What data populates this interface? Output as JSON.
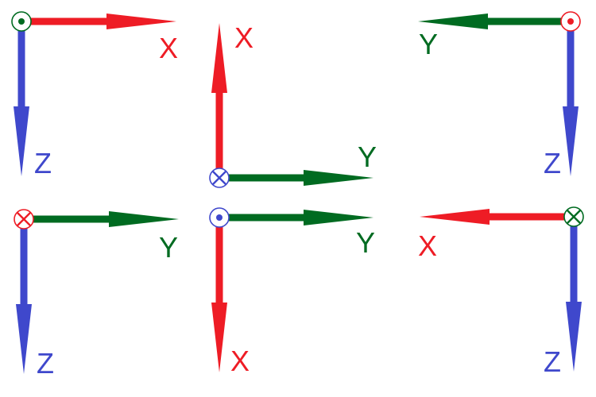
{
  "colors": {
    "x_axis": "#ee1c25",
    "y_axis": "#006b21",
    "z_axis": "#3f48cc"
  },
  "frames": [
    {
      "id": "frame-1",
      "into_page": {
        "symbol": "dot",
        "color_of": "y_axis"
      },
      "horizontal": {
        "axis": "x_axis",
        "label": "X",
        "direction": "right"
      },
      "vertical": {
        "axis": "z_axis",
        "label": "Z",
        "direction": "down"
      }
    },
    {
      "id": "frame-2",
      "into_page": {
        "symbol": "dot",
        "color_of": "x_axis"
      },
      "horizontal": {
        "axis": "y_axis",
        "label": "Y",
        "direction": "left"
      },
      "vertical": {
        "axis": "z_axis",
        "label": "Z",
        "direction": "down"
      }
    },
    {
      "id": "frame-3",
      "into_page": {
        "symbol": "cross",
        "color_of": "z_axis"
      },
      "horizontal": {
        "axis": "y_axis",
        "label": "Y",
        "direction": "right"
      },
      "vertical": {
        "axis": "x_axis",
        "label": "X",
        "direction": "up"
      }
    },
    {
      "id": "frame-4",
      "into_page": {
        "symbol": "cross",
        "color_of": "x_axis"
      },
      "horizontal": {
        "axis": "y_axis",
        "label": "Y",
        "direction": "right"
      },
      "vertical": {
        "axis": "z_axis",
        "label": "Z",
        "direction": "down"
      }
    },
    {
      "id": "frame-5",
      "into_page": {
        "symbol": "dot",
        "color_of": "z_axis"
      },
      "horizontal": {
        "axis": "y_axis",
        "label": "Y",
        "direction": "right"
      },
      "vertical": {
        "axis": "x_axis",
        "label": "X",
        "direction": "down"
      }
    },
    {
      "id": "frame-6",
      "into_page": {
        "symbol": "cross",
        "color_of": "y_axis"
      },
      "horizontal": {
        "axis": "x_axis",
        "label": "X",
        "direction": "left"
      },
      "vertical": {
        "axis": "z_axis",
        "label": "Z",
        "direction": "down"
      }
    }
  ]
}
